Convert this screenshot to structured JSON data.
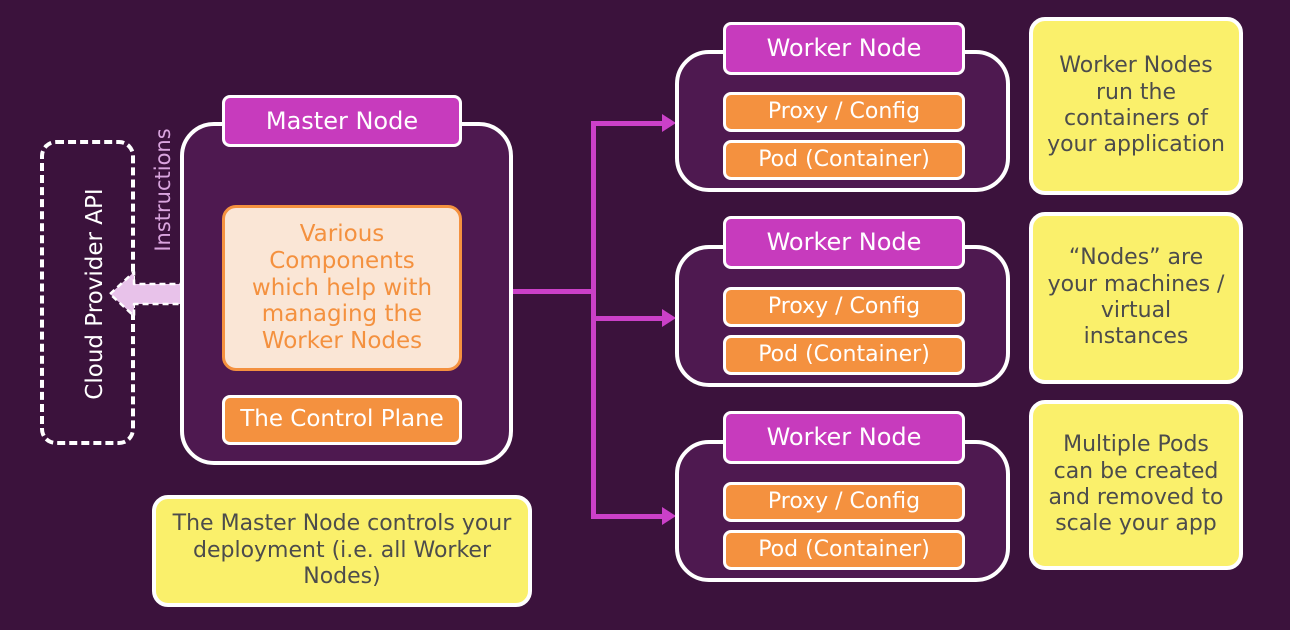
{
  "background_color": "#3b123c",
  "palette": {
    "magenta": "#c73bbd",
    "orange": "#f4913f",
    "cream": "#fae6d6",
    "yellow_note": "#faf06b",
    "container_fill": "#4e1950",
    "white": "#ffffff",
    "connector": "#cb40c8",
    "block_arrow_fill": "#e8c2ea",
    "instructions_text": "#d9a5de",
    "note_text": "#4c4c4c"
  },
  "cloud_provider": {
    "label": "Cloud Provider API"
  },
  "instructions_label": "Instructions",
  "master": {
    "header": "Master Node",
    "components_text": "Various Components which help with managing the Worker Nodes",
    "control_plane": "The Control Plane",
    "note": "The Master Node controls your deployment (i.e. all Worker Nodes)"
  },
  "workers": [
    {
      "header": "Worker Node",
      "proxy": "Proxy / Config",
      "pod": "Pod (Container)"
    },
    {
      "header": "Worker Node",
      "proxy": "Proxy / Config",
      "pod": "Pod (Container)"
    },
    {
      "header": "Worker Node",
      "proxy": "Proxy / Config",
      "pod": "Pod (Container)"
    }
  ],
  "notes": [
    {
      "text": "Worker Nodes run the containers of your application"
    },
    {
      "text": "“Nodes” are your machines / virtual instances"
    },
    {
      "text": "Multiple Pods can be created and removed to scale your app"
    }
  ]
}
